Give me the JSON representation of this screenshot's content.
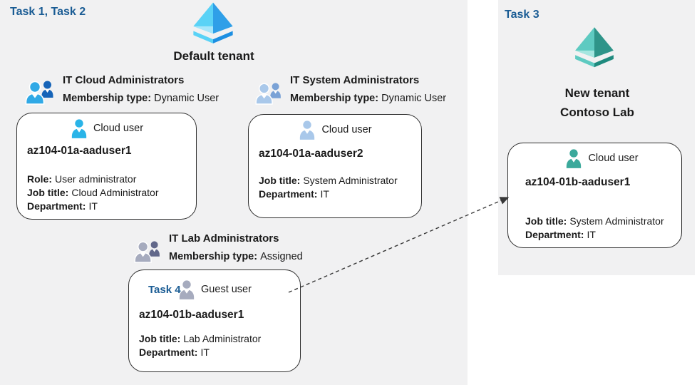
{
  "colors": {
    "panel_bg": "#f1f1f2",
    "task_label": "#1a5c94",
    "text": "#1a1a1a",
    "card_border": "#2e2e2e",
    "arrow": "#383838",
    "user_cyan": "#2ab4e8",
    "user_lightblue": "#a9c8ea",
    "user_gray": "#a6abbe",
    "user_teal": "#3ba99b",
    "group_blue_front": "#30a9e6",
    "group_blue_back": "#1664b8",
    "group_steel_front": "#a9c8ea",
    "group_steel_back": "#7aa2d6",
    "group_gray_front": "#a6abbe",
    "group_gray_back": "#62688a",
    "aad_blue_light": "#5ad2f6",
    "aad_blue_mid": "#2f9fe8",
    "aad_blue_pale": "#a5e6fb",
    "aad_blue_base": "#1d8fe2",
    "aad_teal_light": "#5ecac1",
    "aad_teal_mid": "#2f9489",
    "aad_teal_pale": "#a5e6e0",
    "aad_teal_base": "#1f8a7e"
  },
  "default_tenant": {
    "task_label": "Task 1, Task 2",
    "title": "Default tenant",
    "groups": [
      {
        "name": "IT Cloud Administrators",
        "membership_label": "Membership type:",
        "membership_value": "Dynamic User"
      },
      {
        "name": "IT System Administrators",
        "membership_label": "Membership type:",
        "membership_value": "Dynamic User"
      },
      {
        "name": "IT Lab Administrators",
        "membership_label": "Membership type:",
        "membership_value": "Assigned"
      }
    ],
    "users": [
      {
        "type_label": "Cloud user",
        "name": "az104-01a-aaduser1",
        "fields": [
          {
            "label": "Role:",
            "value": "User administrator"
          },
          {
            "label": "Job title:",
            "value": "Cloud Administrator"
          },
          {
            "label": "Department:",
            "value": "IT"
          }
        ]
      },
      {
        "type_label": "Cloud user",
        "name": "az104-01a-aaduser2",
        "fields": [
          {
            "label": "Job title:",
            "value": "System Administrator"
          },
          {
            "label": "Department:",
            "value": "IT"
          }
        ]
      },
      {
        "task_label": "Task 4",
        "type_label": "Guest user",
        "name": "az104-01b-aaduser1",
        "fields": [
          {
            "label": "Job title:",
            "value": "Lab Administrator"
          },
          {
            "label": "Department:",
            "value": "IT"
          }
        ]
      }
    ]
  },
  "new_tenant": {
    "task_label": "Task 3",
    "title_line1": "New tenant",
    "title_line2": "Contoso Lab",
    "user": {
      "type_label": "Cloud user",
      "name": "az104-01b-aaduser1",
      "fields": [
        {
          "label": "Job title:",
          "value": "System Administrator"
        },
        {
          "label": "Department:",
          "value": "IT"
        }
      ]
    }
  }
}
